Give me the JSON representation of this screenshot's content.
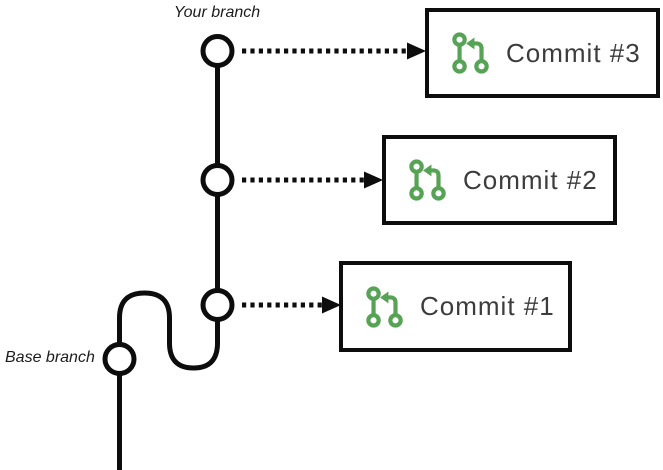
{
  "labels": {
    "your_branch": "Your branch",
    "base_branch": "Base branch"
  },
  "commits": [
    {
      "label": "Commit #3",
      "icon": "git-pull-request-arrow-icon"
    },
    {
      "label": "Commit #2",
      "icon": "git-pull-request-arrow-icon"
    },
    {
      "label": "Commit #1",
      "icon": "git-pull-request-arrow-icon"
    }
  ],
  "colors": {
    "icon_green": "#57a356",
    "line_black": "#0d0d0d",
    "commit_text": "#3c3c3c",
    "background": "#ffffff"
  }
}
